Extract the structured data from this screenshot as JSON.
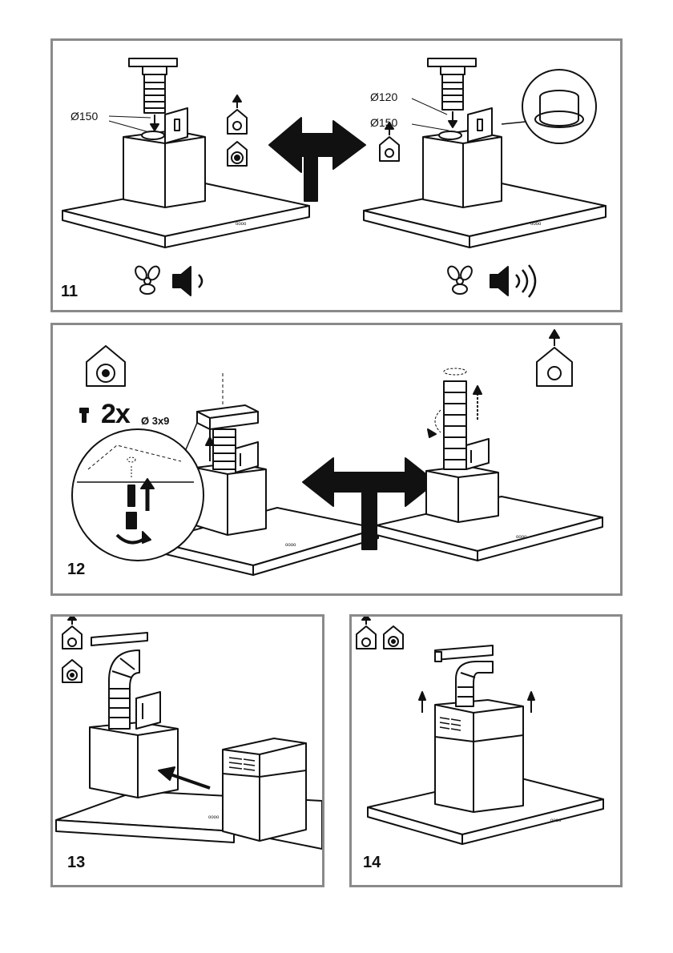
{
  "steps": [
    {
      "number": "11",
      "labels": {
        "left_diameter": "Ø150",
        "right_diameter_top": "Ø120",
        "right_diameter_bottom": "Ø150"
      }
    },
    {
      "number": "12",
      "screws": {
        "count": "2x",
        "size": "Ø 3x9"
      }
    },
    {
      "number": "13"
    },
    {
      "number": "14"
    }
  ],
  "icons": {
    "extraction_mode": "house-extraction-icon",
    "recirculation_mode": "house-recirculation-icon",
    "fan_speed": "fan-icon",
    "noise_low": "speaker-low-icon",
    "noise_high": "speaker-high-icon",
    "screw": "screw-icon",
    "choice": "double-arrow-icon"
  },
  "colors": {
    "frame": "#8a8a8a",
    "line": "#111111",
    "fill": "#ffffff"
  }
}
